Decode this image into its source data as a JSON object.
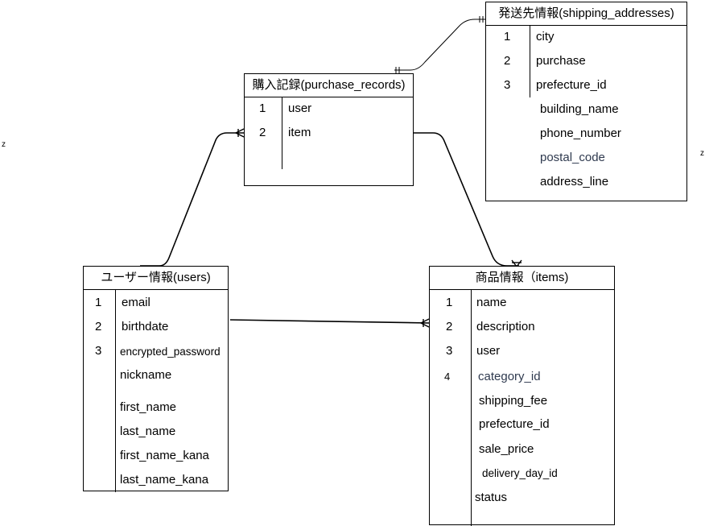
{
  "entities": {
    "shipping": {
      "title": "発送先情報(shipping_addresses)",
      "rows": [
        {
          "num": "1",
          "attr": "city"
        },
        {
          "num": "2",
          "attr": "purchase"
        },
        {
          "num": "3",
          "attr": "prefecture_id"
        },
        {
          "num": "",
          "attr": "building_name"
        },
        {
          "num": "",
          "attr": "phone_number"
        },
        {
          "num": "",
          "attr": "postal_code"
        },
        {
          "num": "",
          "attr": "address_line"
        }
      ]
    },
    "purchase": {
      "title": "購入記録(purchase_records)",
      "rows": [
        {
          "num": "1",
          "attr": "user"
        },
        {
          "num": "2",
          "attr": "item"
        }
      ]
    },
    "users": {
      "title": "ユーザー情報(users)",
      "rows": [
        {
          "num": "1",
          "attr": "email"
        },
        {
          "num": "2",
          "attr": "birthdate"
        },
        {
          "num": "3",
          "attr": "encrypted_password"
        },
        {
          "num": "",
          "attr": "nickname"
        },
        {
          "num": "",
          "attr": "first_name"
        },
        {
          "num": "",
          "attr": "last_name"
        },
        {
          "num": "",
          "attr": "first_name_kana"
        },
        {
          "num": "",
          "attr": "last_name_kana"
        }
      ]
    },
    "items": {
      "title": "商品情報（items)",
      "rows": [
        {
          "num": "1",
          "attr": "name"
        },
        {
          "num": "2",
          "attr": "description"
        },
        {
          "num": "3",
          "attr": "user"
        },
        {
          "num": "4",
          "attr": "category_id"
        },
        {
          "num": "",
          "attr": "shipping_fee"
        },
        {
          "num": "",
          "attr": "prefecture_id"
        },
        {
          "num": "",
          "attr": "sale_price"
        },
        {
          "num": "",
          "attr": "delivery_day_id"
        },
        {
          "num": "",
          "attr": "status"
        }
      ]
    }
  },
  "marks": {
    "left": "z",
    "right": "z"
  },
  "colors": {
    "line": "#000000",
    "muted_text": "#2f3a4f"
  }
}
